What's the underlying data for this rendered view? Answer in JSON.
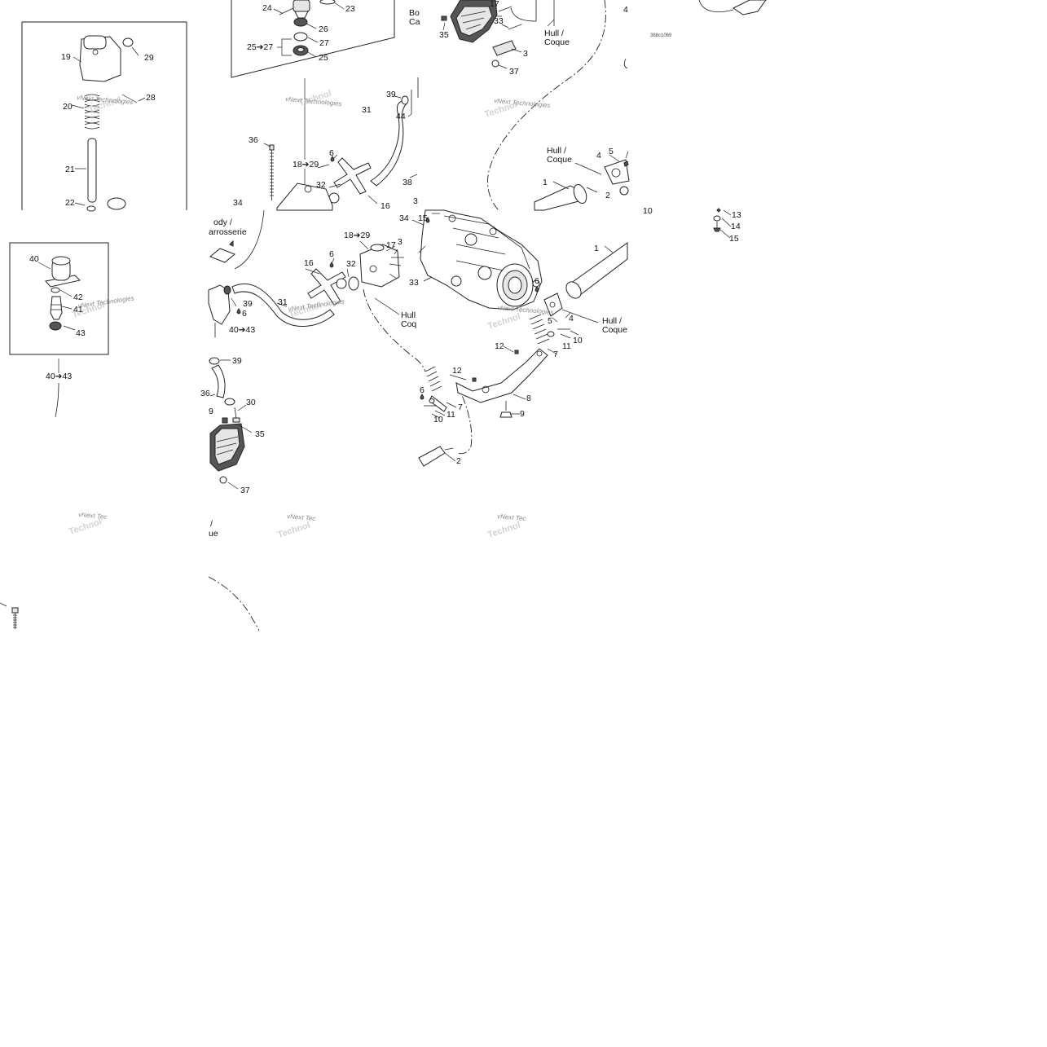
{
  "labels": {
    "p1a": "1",
    "p2a": "2",
    "p3a": "3",
    "p4a": "4",
    "p5a": "5",
    "p13": "13",
    "p14": "14",
    "p15": "15",
    "p19": "19",
    "p20": "20",
    "p21": "21",
    "p22": "22",
    "p23": "23",
    "p24": "24",
    "p25": "25",
    "p25_27": "25➔27",
    "p26": "26",
    "p27": "27",
    "p28": "28",
    "p29": "29",
    "p31a": "31",
    "p32a": "32",
    "p33a": "33",
    "p34a": "34",
    "p35a": "35",
    "p36a": "36",
    "p37a": "37",
    "p38a": "38",
    "p39a": "39",
    "p44": "44",
    "p6a": "6",
    "p16a": "16",
    "p17a": "17",
    "p18_29a": "18➔29",
    "p3b": "3",
    "p18_29b": "18➔29",
    "p17b": "17",
    "p3c": "3",
    "p34b": "34",
    "p15b": "15",
    "p16b": "16",
    "p6b": "6",
    "p32b": "32",
    "p33b": "33",
    "p31b": "31",
    "p39b": "39",
    "p6c": "6",
    "p40_43a": "40➔43",
    "p39c": "39",
    "p36b": "36",
    "p39d": "9",
    "p30": "30",
    "p35b": "35",
    "p37b": "37",
    "p40": "40",
    "p42": "42",
    "p41": "41",
    "p43": "43",
    "p40_43b": "40➔43",
    "p1b": "1",
    "p6d": "6",
    "p5b": "5",
    "p4b": "4",
    "p10a": "10",
    "p11a": "11",
    "p12a": "12",
    "p7a": "7",
    "p12b": "12",
    "p6e": "6",
    "p7b": "7",
    "p11b": "11",
    "p10b": "10",
    "p8": "8",
    "p9": "9",
    "p2b": "2",
    "p4c": "4",
    "p10c": "10",
    "hull_a": "Hull /",
    "coque_a": "Coque",
    "hull_b": "Hull /",
    "coque_b": "Coque",
    "hull_c": "Hull",
    "coque_c": "Coq",
    "hull_d": "Hull /",
    "coque_d": "Coque",
    "body_a": "Bo",
    "body_a2": "Ca",
    "body_b": "ody /",
    "body_b2": "arrosserie",
    "hull_e": "/",
    "coque_e": "ue",
    "ref_code": "388c1069"
  },
  "watermark": {
    "text": "vNext Technologies",
    "short": "vNext Tec",
    "faint": "Technol"
  }
}
